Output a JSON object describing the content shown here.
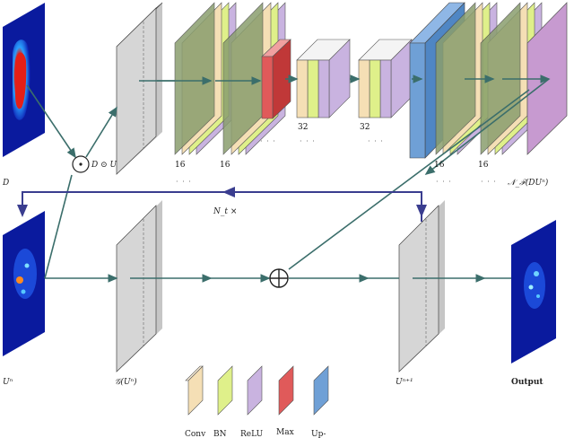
{
  "labels": {
    "d": "D",
    "d_odot_u": "D ⊙ U",
    "un": "Uⁿ",
    "g_un": "𝒢(Uⁿ)",
    "un1": "Uⁿ⁺¹",
    "output": "Output",
    "nt_times": "N_t ×",
    "nf_du": "𝒩_ℱ(DUⁿ)"
  },
  "channel_counts": {
    "c16_a": "16",
    "c16_b": "16",
    "c32_a": "32",
    "c32_b": "32",
    "c16_c": "16",
    "c16_d": "16"
  },
  "dots": "· · ·",
  "legend": [
    {
      "label": "Conv",
      "color": "#f5dfb5"
    },
    {
      "label": "BN",
      "color": "#dff08a"
    },
    {
      "label": "ReLU",
      "color": "#c9b3e0"
    },
    {
      "label": "Max",
      "color": "#e05a5a"
    },
    {
      "label": "Up-",
      "color": "#6fa0d6"
    }
  ],
  "colors": {
    "arrow": "#3b6e6b",
    "loop": "#3a3d8f",
    "gray_panel": "#d6d6d6",
    "olive_panel": "#8a9e6e",
    "purple_panel": "#c79ad0",
    "blue_block": "#6fa0d6",
    "red_block": "#e05a5a"
  },
  "icons": [
    "odot-icon",
    "oplus-icon"
  ]
}
